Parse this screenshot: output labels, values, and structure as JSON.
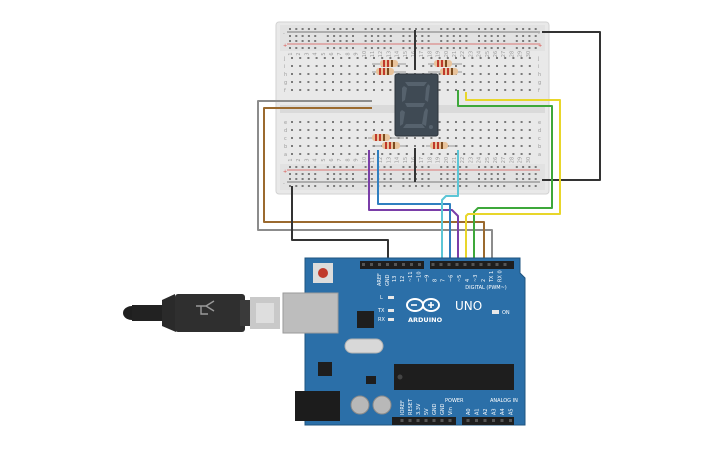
{
  "board": {
    "brand": "ARDUINO",
    "model": "UNO",
    "header_digital_label": "DIGITAL (PWM~)",
    "header_power_label": "POWER",
    "header_analog_label": "ANALOG IN",
    "on_label": "ON",
    "led_labels": [
      "L",
      "TX",
      "RX"
    ],
    "aref_label": "AREF",
    "gnd_label": "GND",
    "digital_pins": [
      "13",
      "12",
      "~11",
      "~10",
      "~9",
      "8",
      "7",
      "~6",
      "~5",
      "4",
      "~3",
      "2",
      "TX 1",
      "RX 0"
    ],
    "power_pins": [
      "IOREF",
      "RESET",
      "3.3V",
      "5V",
      "GND",
      "GND",
      "Vin"
    ],
    "analog_pins": [
      "A0",
      "A1",
      "A2",
      "A3",
      "A4",
      "A5"
    ]
  },
  "breadboard": {
    "columns": [
      "1",
      "2",
      "3",
      "4",
      "5",
      "6",
      "7",
      "8",
      "9",
      "10",
      "11",
      "12",
      "13",
      "14",
      "15",
      "16",
      "17",
      "18",
      "19",
      "20",
      "21",
      "22",
      "23",
      "24",
      "25",
      "26",
      "27",
      "28",
      "29",
      "30"
    ],
    "rows_top": [
      "j",
      "i",
      "h",
      "g",
      "f"
    ],
    "rows_bottom": [
      "e",
      "d",
      "c",
      "b",
      "a"
    ],
    "rail_plus": "+",
    "rail_minus": "-"
  },
  "display": {
    "digit": "8"
  },
  "colors": {
    "board": "#2b6fa8",
    "board_dark": "#1f5480",
    "breadboard": "#eaeaea",
    "wire_black": "#333333",
    "wire_brown": "#9b6a2f",
    "wire_gray": "#8c8c8c",
    "wire_purple": "#7a3ea8",
    "wire_blue": "#2f7fc0",
    "wire_cyan": "#5cc6d6",
    "wire_green": "#3ea83a",
    "wire_yellow": "#e8d62a",
    "rail_red": "#d9534f",
    "rail_black": "#555555"
  },
  "icons": [
    "usb-cable-icon",
    "arduino-logo-icon",
    "reset-button-icon"
  ]
}
